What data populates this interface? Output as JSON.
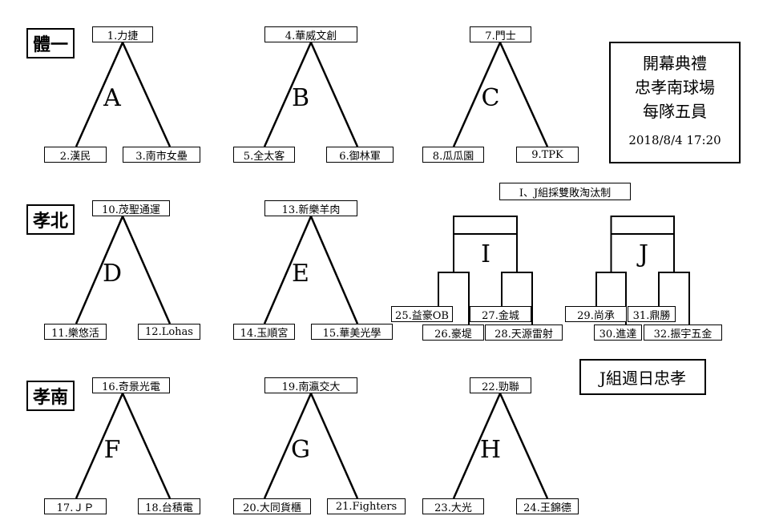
{
  "groups": [
    {
      "label": "體一"
    },
    {
      "label": "孝北"
    },
    {
      "label": "孝南"
    }
  ],
  "pools": [
    {
      "letter": "A",
      "top": "1.力捷",
      "left": "2.漢民",
      "right": "3.南市女壘"
    },
    {
      "letter": "B",
      "top": "4.華威文創",
      "left": "5.全太客",
      "right": "6.御林軍"
    },
    {
      "letter": "C",
      "top": "7.門士",
      "left": "8.瓜瓜園",
      "right": "9.TPK"
    },
    {
      "letter": "D",
      "top": "10.茂聖通運",
      "left": "11.樂悠活",
      "right": "12.Lohas"
    },
    {
      "letter": "E",
      "top": "13.新樂羊肉",
      "left": "14.玉順宮",
      "right": "15.華美光學"
    },
    {
      "letter": "F",
      "top": "16.奇景光電",
      "left": "17.ＪＰ",
      "right": "18.台積電"
    },
    {
      "letter": "G",
      "top": "19.南瀛交大",
      "left": "20.大同貨櫃",
      "right": "21.Fighters"
    },
    {
      "letter": "H",
      "top": "22.勁聯",
      "left": "23.大光",
      "right": "24.王錦德"
    }
  ],
  "brackets": {
    "note": "I、J組採雙敗淘汰制",
    "I": {
      "letter": "I",
      "teams": [
        "25.益豪OB",
        "26.豪堤",
        "27.金城",
        "28.天源雷射"
      ]
    },
    "J": {
      "letter": "J",
      "teams": [
        "29.尚承",
        "30.進達",
        "31.鼎勝",
        "32.振宇五金"
      ]
    }
  },
  "info": {
    "lines": [
      "開幕典禮",
      "忠孝南球場",
      "每隊五員"
    ],
    "datetime": "2018/8/4 17:20"
  },
  "j_note": "J組週日忠孝"
}
